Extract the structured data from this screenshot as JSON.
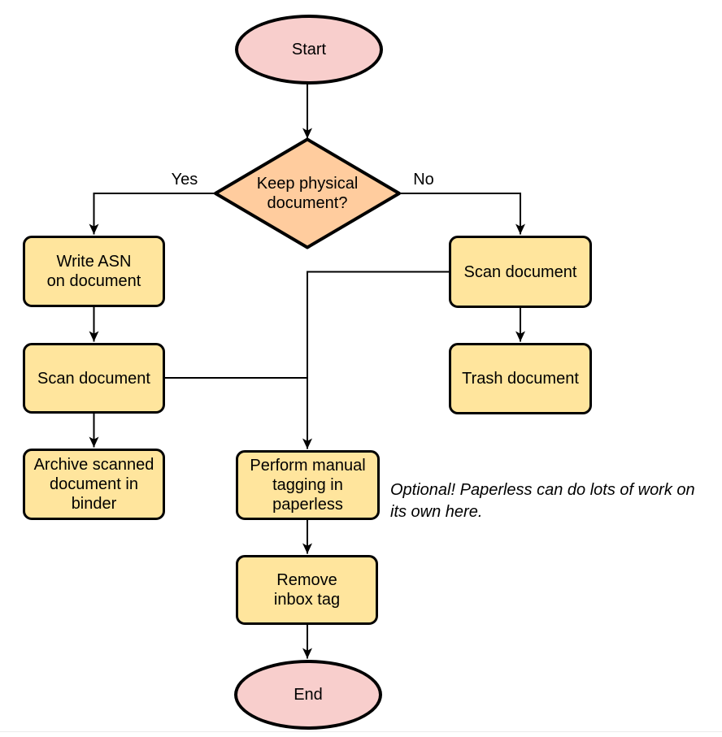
{
  "colors": {
    "background": "#ffffff",
    "terminal_fill": "#f8cecc",
    "decision_fill": "#ffcc9e",
    "process_fill": "#ffe59d",
    "stroke": "#000000"
  },
  "nodes": {
    "start": {
      "type": "terminal",
      "label": "Start"
    },
    "decision": {
      "type": "decision",
      "label": "Keep physical\ndocument?"
    },
    "write_asn": {
      "type": "process",
      "label": "Write ASN\non document"
    },
    "scan_left": {
      "type": "process",
      "label": "Scan document"
    },
    "archive": {
      "type": "process",
      "label": "Archive scanned\ndocument in\nbinder"
    },
    "scan_right": {
      "type": "process",
      "label": "Scan document"
    },
    "trash": {
      "type": "process",
      "label": "Trash document"
    },
    "tagging": {
      "type": "process",
      "label": "Perform manual\ntagging in\npaperless"
    },
    "remove_inbox": {
      "type": "process",
      "label": "Remove\ninbox tag"
    },
    "end": {
      "type": "terminal",
      "label": "End"
    }
  },
  "edge_labels": {
    "yes": "Yes",
    "no": "No"
  },
  "annotation": "Optional! Paperless can do lots of work on\nits own here."
}
